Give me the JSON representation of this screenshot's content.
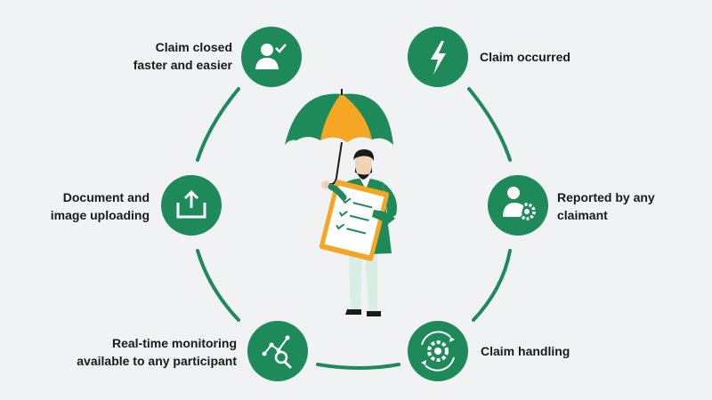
{
  "colors": {
    "background": "#f1f2f3",
    "primary_green": "#1e8a5a",
    "umbrella_accent": "#f5a623",
    "icon_white": "#ffffff"
  },
  "steps": [
    {
      "lines": [
        "Claim occurred"
      ],
      "icon": "lightning-icon"
    },
    {
      "lines": [
        "Reported by any",
        "claimant"
      ],
      "icon": "user-gear-icon"
    },
    {
      "lines": [
        "Claim handling"
      ],
      "icon": "gear-cycle-icon"
    },
    {
      "lines": [
        "Real-time monitoring",
        "available to any participant"
      ],
      "icon": "analytics-search-icon"
    },
    {
      "lines": [
        "Document and",
        "image uploading"
      ],
      "icon": "upload-icon"
    },
    {
      "lines": [
        "Claim closed",
        "faster and easier"
      ],
      "icon": "user-check-icon"
    }
  ],
  "center_illustration": "man-with-umbrella-and-clipboard"
}
